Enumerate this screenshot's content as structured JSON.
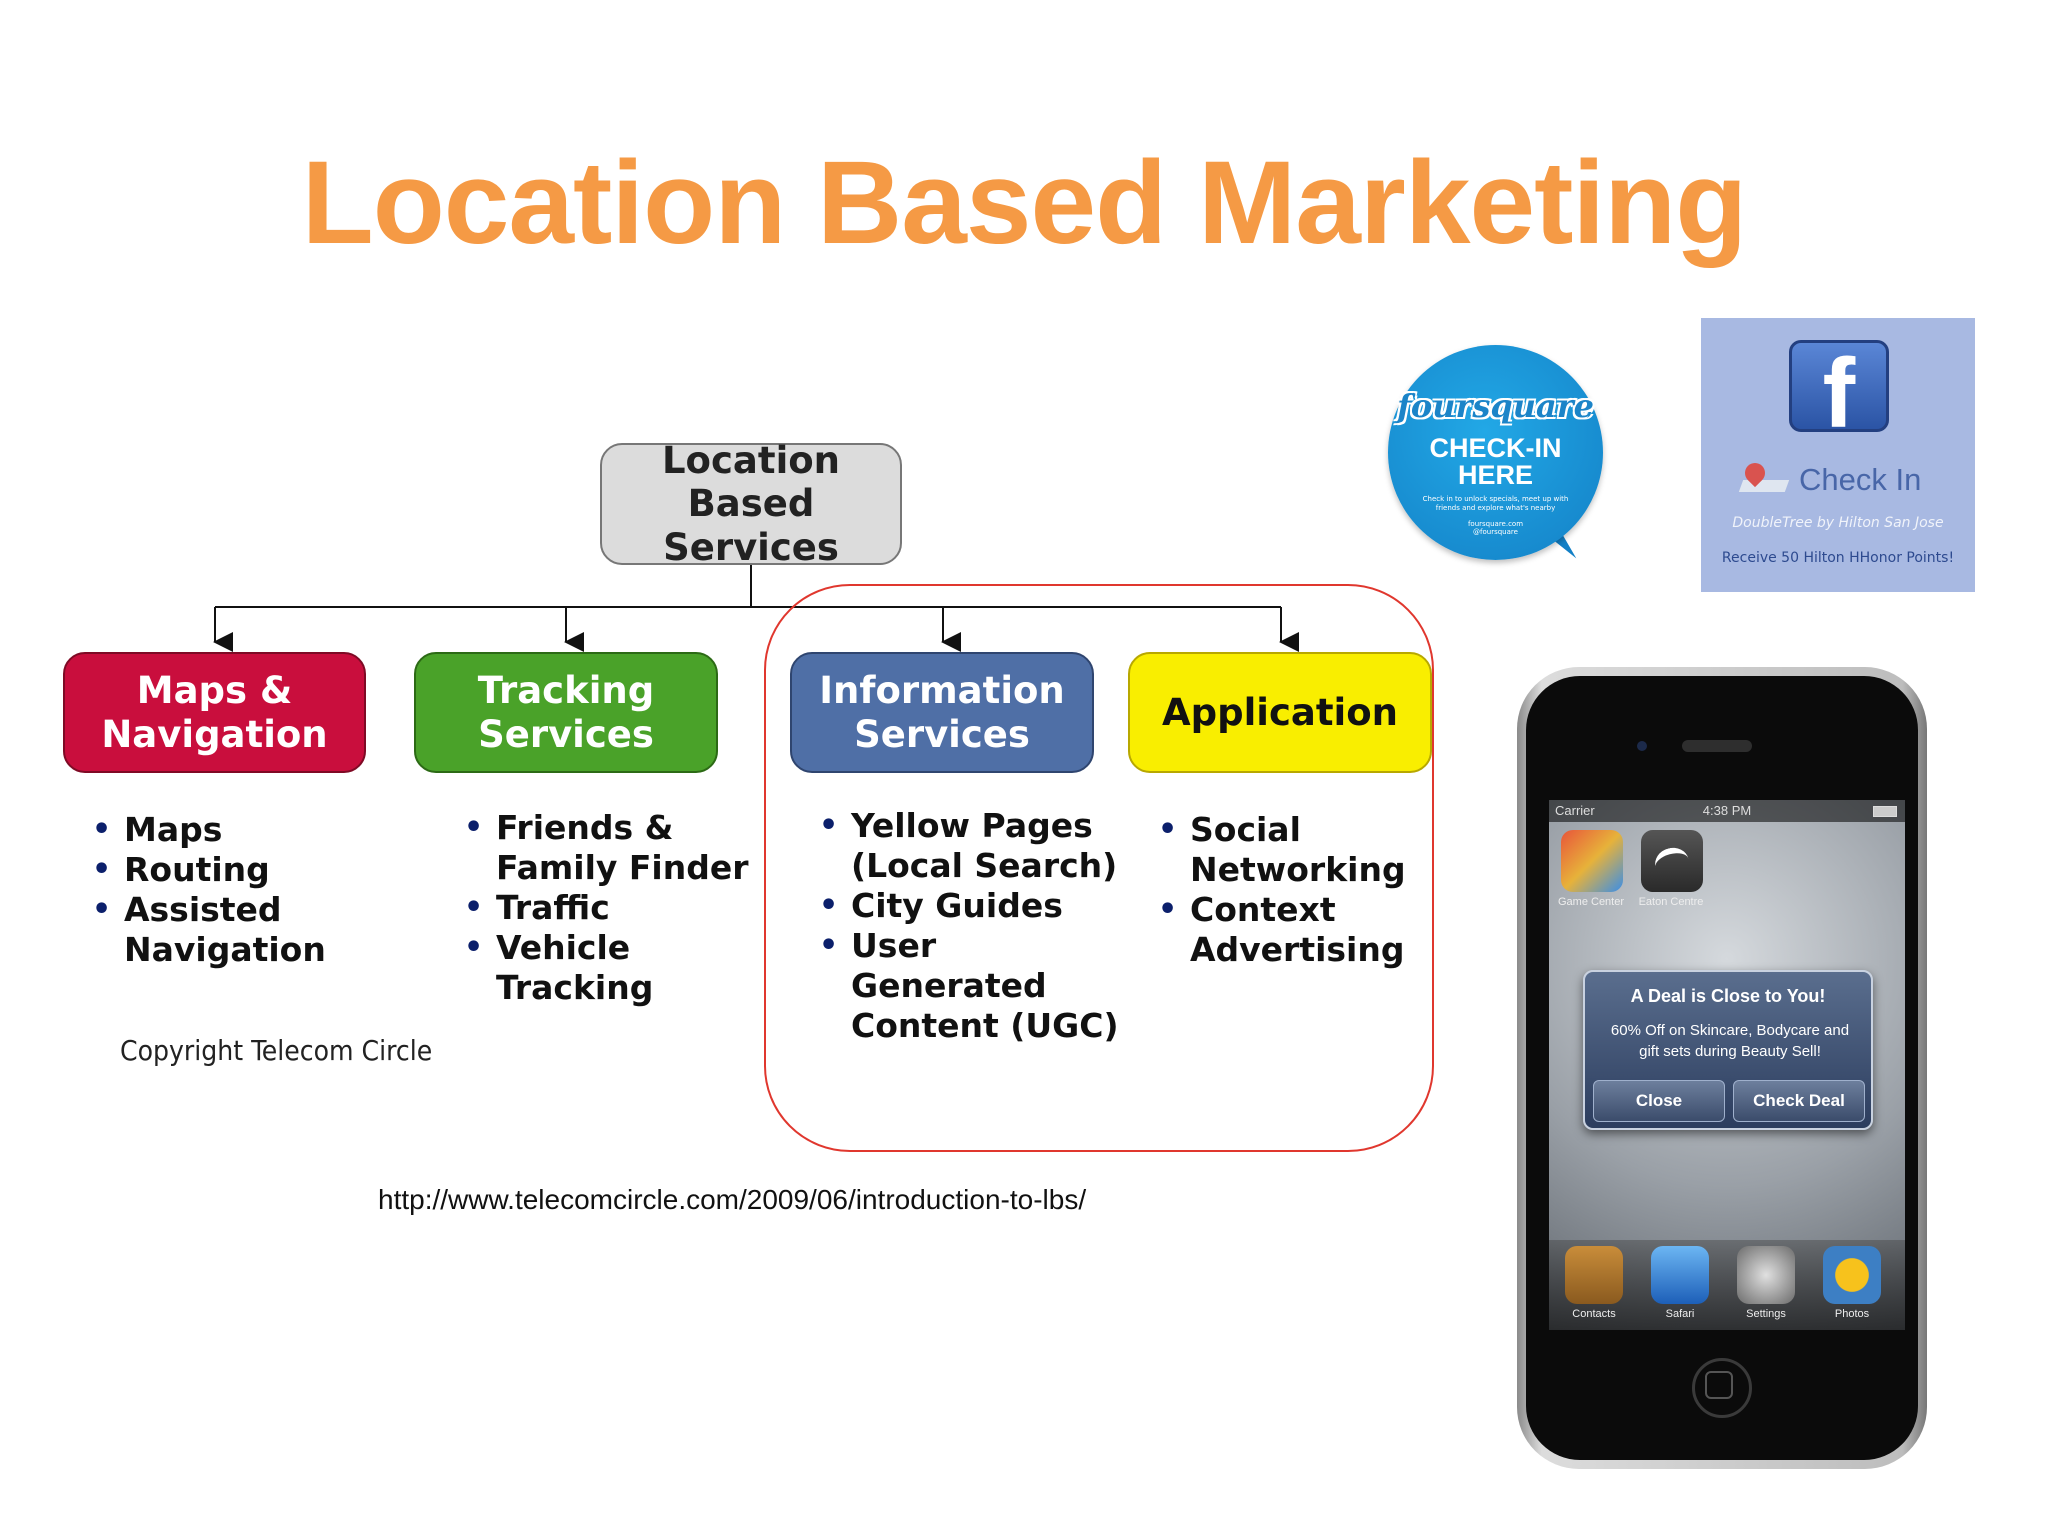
{
  "title": "Location Based Marketing",
  "diagram": {
    "root": "Location Based\nServices",
    "categories": [
      {
        "label": "Maps &\nNavigation",
        "items": [
          "Maps",
          "Routing",
          "Assisted\nNavigation"
        ]
      },
      {
        "label": "Tracking\nServices",
        "items": [
          "Friends &\nFamily Finder",
          "Traffic",
          "Vehicle\nTracking"
        ]
      },
      {
        "label": "Information\nServices",
        "items": [
          "Yellow Pages\n(Local Search)",
          "City Guides",
          "User\nGenerated\nContent (UGC)"
        ]
      },
      {
        "label": "Application",
        "items": [
          "Social\nNetworking",
          "Context\nAdvertising"
        ]
      }
    ],
    "copyright": "Copyright Telecom Circle"
  },
  "source_url": "http://www.telecomcircle.com/2009/06/introduction-to-lbs/",
  "colors": {
    "title": "#f59a45",
    "maps": "#c90e3d",
    "tracking": "#4aa229",
    "information": "#4f6fa6",
    "application": "#f9ee00",
    "highlight": "#e0372e"
  },
  "foursquare_badge": {
    "logo": "foursquare",
    "cta": "CHECK-IN\nHERE",
    "small_text": "Check in to unlock specials, meet up with friends and explore what's nearby",
    "links": "foursquare.com\n@foursquare",
    "icon": "foursquare-badge-icon"
  },
  "facebook_card": {
    "icon": "facebook-icon",
    "checkin": "Check In",
    "venue": "DoubleTree by Hilton San Jose",
    "reward": "Receive 50 Hilton HHonor Points!"
  },
  "phone": {
    "carrier": "Carrier",
    "time": "4:38 PM",
    "apps_top": [
      "Game Center",
      "Eaton Centre"
    ],
    "alert": {
      "title": "A Deal is Close to You!",
      "message": "60% Off on Skincare, Bodycare and gift sets during Beauty Sell!",
      "close": "Close",
      "check": "Check Deal"
    },
    "dock": [
      "Contacts",
      "Safari",
      "Settings",
      "Photos"
    ]
  }
}
